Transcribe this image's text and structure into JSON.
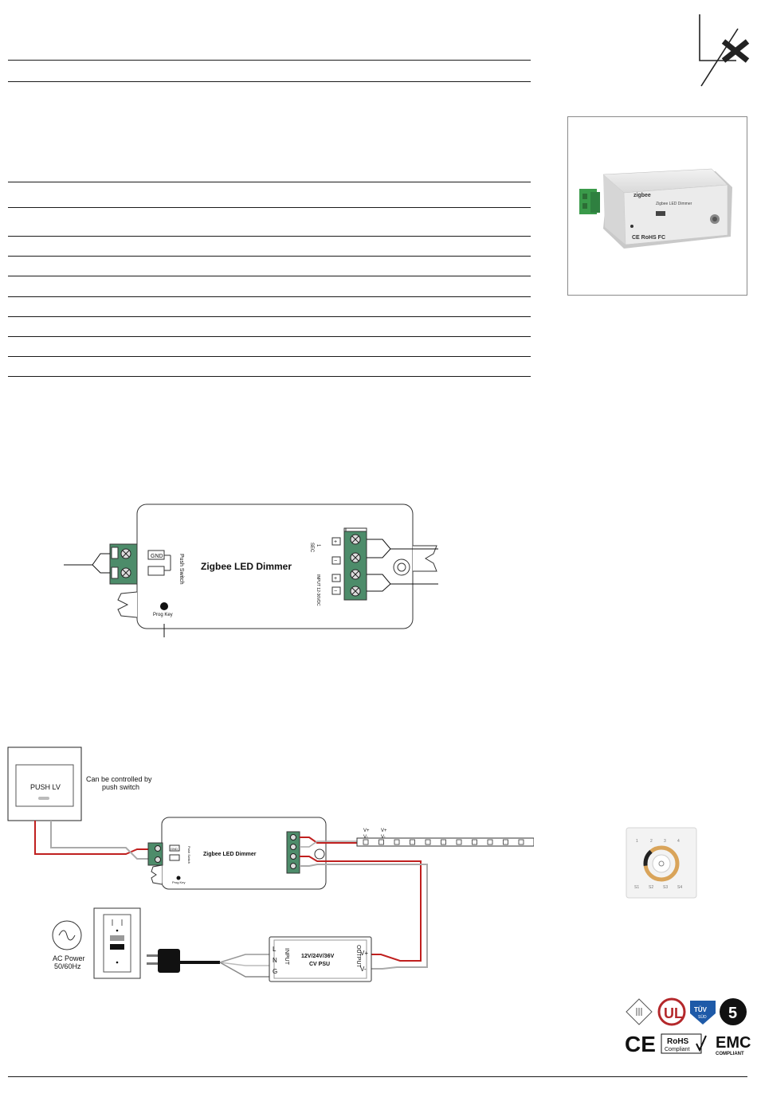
{
  "brand": {
    "logo_text": "Lx"
  },
  "product_photo": {
    "brand_label": "zigbee",
    "model_label": "Zigbee LED Dimmer",
    "marks_label": "CE RoHS FC"
  },
  "wiring_diagram": {
    "device_label": "Zigbee LED Dimmer",
    "gnd_label": "GND",
    "push_switch_label": "Push Switch",
    "prog_key_label": "Prog Key",
    "sec_label": "SEC",
    "ch1_label": "1",
    "input_label": "INPUT 12-36VDC",
    "plus": "+",
    "minus": "−"
  },
  "application_diagram": {
    "push_lv_label": "PUSH LV",
    "controlled_note_line1": "Can be controlled by",
    "controlled_note_line2": "push switch",
    "device_label": "Zigbee LED Dimmer",
    "gnd_label": "GND",
    "push_switch_label": "Push Switch",
    "prog_key_label": "Prog Key",
    "strip_v_plus": "V+",
    "strip_v_minus": "V-",
    "ac_power_line1": "AC Power",
    "ac_power_line2": "50/60Hz",
    "psu_line1": "12V/24V/36V",
    "psu_line2": "CV PSU",
    "psu_input_label": "INPUT",
    "psu_output_label": "OUTPUT",
    "psu_l": "L",
    "psu_n": "N",
    "psu_g": "G",
    "psu_vplus": "V+",
    "psu_vminus": "V-"
  },
  "wall_panel": {
    "zone_labels": [
      "1",
      "2",
      "3",
      "4"
    ],
    "scene_labels": [
      "S1",
      "S2",
      "S3",
      "S4"
    ]
  },
  "certifications": {
    "ul_label": "UL",
    "tuv_label": "TÜV",
    "tuv_sub": "SÜD",
    "warranty_label": "5",
    "ce_label": "CE",
    "rohs_line1": "RoHS",
    "rohs_line2": "Compliant",
    "emc_line1": "EMC",
    "emc_line2": "COMPLIANT"
  }
}
